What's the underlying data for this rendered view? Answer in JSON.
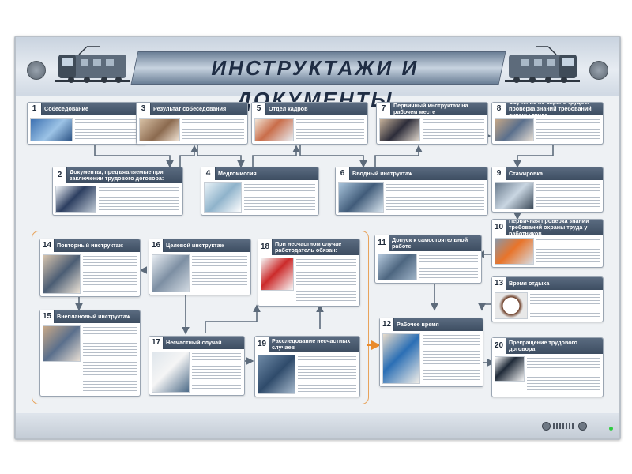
{
  "header": {
    "title": "Инструктажи и документы"
  },
  "boxes": {
    "b1": {
      "num": "1",
      "title": "Собеседование"
    },
    "b2": {
      "num": "2",
      "title": "Документы, предъявляемые при заключении трудового договора:"
    },
    "b3": {
      "num": "3",
      "title": "Результат собеседования"
    },
    "b4": {
      "num": "4",
      "title": "Медкомиссия"
    },
    "b5": {
      "num": "5",
      "title": "Отдел кадров"
    },
    "b6": {
      "num": "6",
      "title": "Вводный инструктаж"
    },
    "b7": {
      "num": "7",
      "title": "Первичный инструктаж на рабочем месте"
    },
    "b8": {
      "num": "8",
      "title": "Обучение по охране труда и проверка знаний требований охраны труда"
    },
    "b9": {
      "num": "9",
      "title": "Стажировка"
    },
    "b10": {
      "num": "10",
      "title": "Первичная проверка знаний требований охраны труда у работников"
    },
    "b11": {
      "num": "11",
      "title": "Допуск к самостоятельной работе"
    },
    "b12": {
      "num": "12",
      "title": "Рабочее время"
    },
    "b13": {
      "num": "13",
      "title": "Время отдыха"
    },
    "b14": {
      "num": "14",
      "title": "Повторный инструктаж"
    },
    "b15": {
      "num": "15",
      "title": "Внеплановый инструктаж"
    },
    "b16": {
      "num": "16",
      "title": "Целевой инструктаж"
    },
    "b17": {
      "num": "17",
      "title": "Несчастный случай"
    },
    "b18": {
      "num": "18",
      "title": "При несчастном случае работодатель обязан:"
    },
    "b19": {
      "num": "19",
      "title": "Расследование несчастных случаев"
    },
    "b20": {
      "num": "20",
      "title": "Прекращение трудового договора"
    }
  },
  "colors": {
    "header_bar": "#3d4d61",
    "arrow": "#5d6b7b",
    "frame_accent": "#e8a35b",
    "orange_arrow": "#e98a2b"
  }
}
